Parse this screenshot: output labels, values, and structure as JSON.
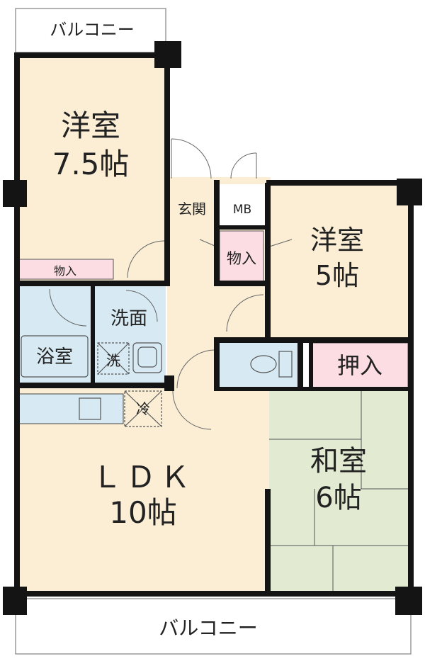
{
  "colors": {
    "western_room": "#fbeed5",
    "ldk": "#fbeed5",
    "japanese_room": "#e2ead2",
    "wet_area": "#d7eaf3",
    "storage": "#fbdde3",
    "wall": "#141414"
  },
  "labels": {
    "balcony_top": "バルコニー",
    "balcony_bottom": "バルコニー",
    "room1_name": "洋室",
    "room1_size": "7.5帖",
    "room2_name": "洋室",
    "room2_size": "5帖",
    "ldk_name": "ＬＤＫ",
    "ldk_size": "10帖",
    "washitsu_name": "和室",
    "washitsu_size": "6帖",
    "entrance": "玄関",
    "mb": "MB",
    "storage_small": "物入",
    "storage_center": "物入",
    "closet": "押入",
    "washroom": "洗面",
    "bathroom": "浴室",
    "washer": "洗",
    "fridge": "冷"
  }
}
